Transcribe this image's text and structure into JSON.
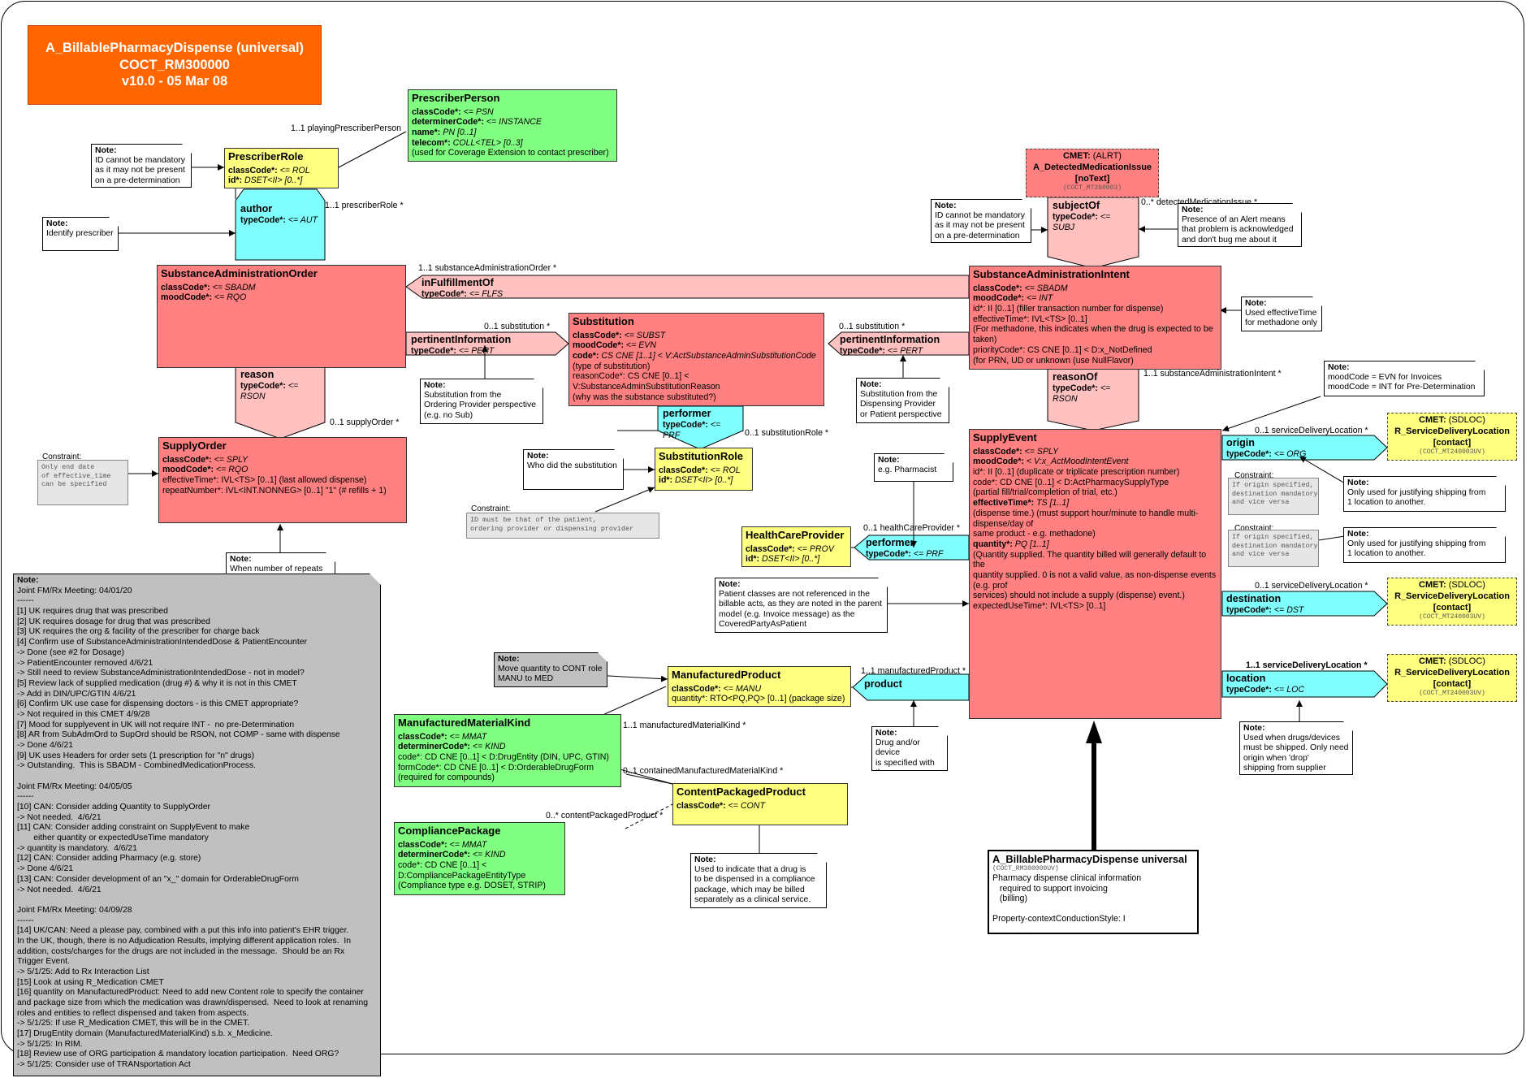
{
  "title": {
    "line1": "A_BillablePharmacyDispense (universal)",
    "line2": "COCT_RM300000",
    "line3": "v10.0 - 05 Mar 08"
  },
  "classes": {
    "prescriber_person": {
      "name": "PrescriberPerson",
      "lines": [
        [
          "classCode*: ",
          "<= PSN"
        ],
        [
          "determinerCode*: ",
          "<= INSTANCE"
        ],
        [
          "name*: ",
          "PN [0..1]"
        ],
        [
          "telecom*: ",
          "COLL<TEL> [0..3]"
        ],
        [
          "",
          " (used for Coverage Extension to contact prescriber)"
        ]
      ]
    },
    "prescriber_role": {
      "name": "PrescriberRole",
      "lines": [
        [
          "classCode*: ",
          "<= ROL"
        ],
        [
          "id*: ",
          "DSET<II> [0..*]"
        ]
      ]
    },
    "substance_admin_order": {
      "name": "SubstanceAdministrationOrder",
      "lines": [
        [
          "classCode*: ",
          "<= SBADM"
        ],
        [
          "moodCode*: ",
          "<= RQO"
        ]
      ]
    },
    "substitution": {
      "name": "Substitution",
      "lines": [
        [
          "classCode*: ",
          "<= SUBST"
        ],
        [
          "moodCode*: ",
          "<= EVN"
        ],
        [
          "code*: ",
          "CS CNE [1..1] < V:ActSubstanceAdminSubstitutionCode"
        ],
        [
          "",
          " (type of substitution)"
        ],
        [
          "",
          "reasonCode*: CS CNE [0..1] <"
        ],
        [
          "",
          "V:SubstanceAdminSubstitutionReason"
        ],
        [
          "",
          " (why was the substance substituted?)"
        ]
      ]
    },
    "substance_admin_intent": {
      "name": "SubstanceAdministrationIntent",
      "lines": [
        [
          "classCode*: ",
          "<= SBADM"
        ],
        [
          "moodCode*: ",
          "<= INT"
        ],
        [
          "",
          "id*: II [0..1] (filler transaction number for dispense)"
        ],
        [
          "",
          "effectiveTime*: IVL<TS> [0..1]"
        ],
        [
          "",
          " (For methadone, this indicates when the drug is expected to be taken)"
        ],
        [
          "",
          "priorityCode*: CS CNE [0..1] < D:x_NotDefined"
        ],
        [
          "",
          " (for PRN, UD or unknown (use NullFlavor)"
        ]
      ]
    },
    "supply_order": {
      "name": "SupplyOrder",
      "lines": [
        [
          "classCode*: ",
          "<= SPLY"
        ],
        [
          "moodCode*: ",
          "<= RQO"
        ],
        [
          "",
          "effectiveTime*: IVL<TS> [0..1] (last allowed dispense)"
        ],
        [
          "",
          "repeatNumber*: IVL<INT.NONNEG> [0..1] \"1\" (# refills + 1)"
        ]
      ]
    },
    "substitution_role": {
      "name": "SubstitutionRole",
      "lines": [
        [
          "classCode*: ",
          "<= ROL"
        ],
        [
          "id*: ",
          "DSET<II> [0..*]"
        ]
      ]
    },
    "supply_event": {
      "name": "SupplyEvent",
      "lines": [
        [
          "classCode*: ",
          "<= SPLY"
        ],
        [
          "moodCode*: ",
          "< V:x_ActMoodIntentEvent"
        ],
        [
          "",
          "id*: II [0..1] (duplicate or triplicate prescription number)"
        ],
        [
          "",
          "code*: CD CNE [0..1] < D:ActPharmacySupplyType"
        ],
        [
          "",
          " (partial fill/trial/completion of trial, etc.)"
        ],
        [
          "effectiveTime*: ",
          "TS [1..1]"
        ],
        [
          "",
          " (dispense time.) (must support hour/minute to handle multi-dispense/day of"
        ],
        [
          "",
          " same product - e.g. methadone)"
        ],
        [
          "quantity*: ",
          "PQ [1..1]"
        ],
        [
          "",
          " (Quantity supplied. The quantity billed will generally default to the"
        ],
        [
          "",
          " quantity supplied. 0 is not a valid value, as non-dispense events (e.g. prof"
        ],
        [
          "",
          " services) should not include a supply (dispense) event.)"
        ],
        [
          "",
          "expectedUseTime*: IVL<TS> [0..1]"
        ]
      ]
    },
    "health_care_provider": {
      "name": "HealthCareProvider",
      "lines": [
        [
          "classCode*: ",
          "<= PROV"
        ],
        [
          "id*: ",
          "DSET<II> [0..*]"
        ]
      ]
    },
    "manufactured_product": {
      "name": "ManufacturedProduct",
      "lines": [
        [
          "classCode*: ",
          "<= MANU"
        ],
        [
          "",
          "quantity*: RTO<PQ,PQ> [0..1] (package size)"
        ]
      ]
    },
    "manufactured_material_kind": {
      "name": "ManufacturedMaterialKind",
      "lines": [
        [
          "classCode*: ",
          "<= MMAT"
        ],
        [
          "determinerCode*: ",
          "<= KIND"
        ],
        [
          "",
          "code*: CD CNE [0..1] < D:DrugEntity (DIN, UPC, GTIN)"
        ],
        [
          "",
          "formCode*: CD CNE [0..1] < D:OrderableDrugForm"
        ],
        [
          "",
          " (required for compounds)"
        ]
      ]
    },
    "content_packaged_product": {
      "name": "ContentPackagedProduct",
      "lines": [
        [
          "classCode*: ",
          "<= CONT"
        ]
      ]
    },
    "compliance_package": {
      "name": "CompliancePackage",
      "lines": [
        [
          "classCode*: ",
          "<= MMAT"
        ],
        [
          "determinerCode*: ",
          "<= KIND"
        ],
        [
          "",
          "code*: CD CNE [0..1] <"
        ],
        [
          "",
          "D:CompliancePackageEntityType"
        ],
        [
          "",
          " (Compliance type e.g. DOSET, STRIP)"
        ]
      ]
    }
  },
  "participations": {
    "author": {
      "name": "author",
      "type": "typeCode*: ",
      "val": "<= AUT"
    },
    "in_fulfillment_of": {
      "name": "inFulfillmentOf",
      "type": "typeCode*: ",
      "val": "<= FLFS"
    },
    "pertinent_info_left": {
      "name": "pertinentInformation",
      "type": "typeCode*: ",
      "val": "<= PERT"
    },
    "pertinent_info_right": {
      "name": "pertinentInformation",
      "type": "typeCode*: ",
      "val": "<= PERT"
    },
    "reason": {
      "name": "reason",
      "type": "typeCode*: ",
      "val": "<= RSON"
    },
    "performer_sub": {
      "name": "performer",
      "type": "typeCode*: ",
      "val": "<= PRF"
    },
    "subject_of": {
      "name": "subjectOf",
      "type": "typeCode*: ",
      "val": "<= SUBJ"
    },
    "reason_of": {
      "name": "reasonOf",
      "type": "typeCode*: ",
      "val": "<= RSON"
    },
    "performer_hcp": {
      "name": "performer",
      "type": "typeCode*: ",
      "val": "<= PRF"
    },
    "product": {
      "name": "product",
      "type": "",
      "val": ""
    },
    "origin": {
      "name": "origin",
      "type": "typeCode*: ",
      "val": "<= ORG"
    },
    "destination": {
      "name": "destination",
      "type": "typeCode*: ",
      "val": "<= DST"
    },
    "location": {
      "name": "location",
      "type": "typeCode*: ",
      "val": "<= LOC"
    }
  },
  "cmets": {
    "alert": {
      "line1": "CMET: (ALRT)",
      "line2": "A_DetectedMedicationIssue",
      "line3": "[noText]",
      "code": "(COCT_MT260003)"
    },
    "sdloc1": {
      "line1": "CMET: (SDLOC)",
      "line2": "R_ServiceDeliveryLocation",
      "line3": "[contact]",
      "code": "(COCT_MT240003UV)"
    },
    "sdloc2": {
      "line1": "CMET: (SDLOC)",
      "line2": "R_ServiceDeliveryLocation",
      "line3": "[contact]",
      "code": "(COCT_MT240003UV)"
    },
    "sdloc3": {
      "line1": "CMET: (SDLOC)",
      "line2": "R_ServiceDeliveryLocation",
      "line3": "[contact]",
      "code": "(COCT_MT240003UV)"
    }
  },
  "assoc_labels": {
    "playing_prescriber": "1..1 playingPrescriberPerson",
    "prescriber_role": "1..1 prescriberRole  *",
    "substance_admin_order": "1..1 substanceAdministrationOrder  *",
    "substitution_left": "0..1 substitution  *",
    "substitution_right": "0..1 substitution  *",
    "supply_order": "0..1 supplyOrder  *",
    "substitution_role": "0..1 substitutionRole  *",
    "detected_issue": "0..* detectedMedicationIssue  *",
    "substance_admin_intent": "1..1 substanceAdministrationIntent  *",
    "service_delivery_1": "0..1 serviceDeliveryLocation  *",
    "service_delivery_2": "0..1 serviceDeliveryLocation  *",
    "service_delivery_3": "1..1 serviceDeliveryLocation  *",
    "health_care_provider": "0..1 healthCareProvider  *",
    "manufactured_product": "1..1 manufacturedProduct  *",
    "manufactured_material_kind": "1..1 manufacturedMaterialKind  *",
    "contained_material_kind": "0..1 containedManufacturedMaterialKind  *",
    "content_packaged_product": "0..* contentPackagedProduct  *"
  },
  "notes": {
    "id_mandatory_left": {
      "head": "Note:",
      "body": [
        "ID cannot be mandatory",
        "as it may not be present",
        "on a pre-determination"
      ]
    },
    "identify_prescriber": {
      "head": "Note:",
      "body": [
        "Identify prescriber"
      ]
    },
    "id_mandatory_right": {
      "head": "Note:",
      "body": [
        "ID cannot be mandatory",
        "as it may not be present",
        "on a pre-determination"
      ]
    },
    "alert_presence": {
      "head": "Note:",
      "body": [
        "Presence of an Alert means",
        "that problem is acknowledged",
        "and don't bug me about it"
      ]
    },
    "effective_time": {
      "head": "Note:",
      "body": [
        "Used effectiveTime",
        "for methadone only"
      ]
    },
    "sub_ordering": {
      "head": "Note:",
      "body": [
        "Substitution from the",
        "Ordering Provider perspective",
        "(e.g. no Sub)"
      ]
    },
    "sub_dispensing": {
      "head": "Note:",
      "body": [
        "Substitution from the",
        "Dispensing Provider",
        "or Patient perspective"
      ]
    },
    "mood_code": {
      "head": "Note:",
      "body": [
        "moodCode = EVN for Invoices",
        "moodCode = INT for Pre-Determination"
      ]
    },
    "who_did": {
      "head": "Note:",
      "body": [
        "Who did the substitution"
      ]
    },
    "pharmacist": {
      "head": "Note:",
      "body": [
        "e.g. Pharmacist"
      ]
    },
    "origin_ship": {
      "head": "Note:",
      "body": [
        "Only used for justifying shipping from",
        "1 location to another."
      ]
    },
    "dest_ship": {
      "head": "Note:",
      "body": [
        "Only used for justifying shipping from",
        "1 location to another."
      ]
    },
    "repeats": {
      "head": "Note:",
      "body": [
        "When number of repeats"
      ]
    },
    "patient_classes": {
      "head": "Note:",
      "body": [
        "Patient classes are not referenced in the",
        "billable acts, as they are noted in the parent",
        "model (e.g. Invoice message) as the",
        "CoveredPartyAsPatient"
      ]
    },
    "move_quantity": {
      "head": "Note:",
      "body": [
        "Move quantity to CONT role",
        "MANU to MED"
      ]
    },
    "drug_device": {
      "head": "Note:",
      "body": [
        "Drug and/or device",
        "is specified with the",
        "Invoice."
      ]
    },
    "shipped": {
      "head": "Note:",
      "body": [
        "Used when drugs/devices",
        "must be shipped.  Only need",
        "origin when 'drop'",
        "shipping from supplier"
      ]
    },
    "compliance": {
      "head": "Note:",
      "body": [
        "Used to indicate that a drug is",
        "to be dispensed in a compliance",
        "package, which may be billed",
        "separately as a clinical service."
      ]
    }
  },
  "constraints": {
    "supply_order": {
      "label": "Constraint:",
      "text": "Only end date\nof effective_time\ncan be specified"
    },
    "sub_role": {
      "label": "Constraint:",
      "text": "ID must be that of the patient,\nordering provider or dispensing provider"
    },
    "origin": {
      "label": "Constraint:",
      "text": "If origin specified,\ndestination mandatory\nand vice versa"
    },
    "destination": {
      "label": "Constraint:",
      "text": "If origin specified,\ndestination mandatory\nand vice versa"
    }
  },
  "entry_point": {
    "title": "A_BillablePharmacyDispense universal",
    "code": "(COCT_RM300000UV)",
    "lines": [
      "Pharmacy dispense clinical information",
      "   required to support invoicing",
      "   (billing)",
      "",
      "Property-contextConductionStyle: I"
    ]
  },
  "big_note": {
    "head": "Note:",
    "lines": [
      "Joint FM/Rx Meeting: 04/01/20",
      "------",
      "[1] UK requires drug that was prescribed",
      "[2] UK requires dosage for drug that was prescribed",
      "[3] UK requires the org & facility of the prescriber for charge back",
      "[4] Confirm use of SubstanceAdministrationIntendedDose & PatientEncounter",
      "-> Done (see #2 for Dosage)",
      "-> PatientEncounter removed 4/6/21",
      "-> Still need to review SubstanceAdministrationIntendedDose - not in model?",
      "[5] Review lack of supplied medication (drug #) & why it is not in this CMET",
      "-> Add in DIN/UPC/GTIN 4/6/21",
      "[6] Confirm UK use case for dispensing doctors - is this CMET appropriate?",
      "-> Not required in this CMET 4/9/28",
      "[7] Mood for supplyevent in UK will not require INT -  no pre-Determination",
      "[8] AR from SubAdmOrd to SupOrd should be RSON, not COMP - same with dispense",
      "-> Done 4/6/21",
      "[9] UK uses Headers for order sets (1 prescription for \"n\" drugs)",
      "-> Outstanding.  This is SBADM - CombinedMedicationProcess.",
      "",
      "Joint FM/Rx Meeting: 04/05/05",
      "------",
      "[10] CAN: Consider adding Quantity to SupplyOrder",
      "-> Not needed.  4/6/21",
      "[11] CAN: Consider adding constraint on SupplyEvent to make",
      "       either quantity or expectedUseTime mandatory",
      "-> quantity is mandatory.  4/6/21",
      "[12] CAN: Consider adding Pharmacy (e.g. store)",
      "-> Done 4/6/21",
      "[13] CAN: Consider development of an \"x_\" domain for OrderableDrugForm",
      "-> Not needed.  4/6/21",
      "",
      "Joint FM/Rx Meeting: 04/09/28",
      "------",
      "[14] UK/CAN: Need a please pay, combined with a put this info into patient's EHR trigger.",
      "In the UK, though, there is no Adjudication Results, implying different application roles.  In",
      "addition, costs/charges for the drugs are not included in the message.  Should be an Rx",
      "Trigger Event.",
      "-> 5/1/25: Add to Rx Interaction List",
      "[15] Look at using R_Medication CMET",
      "[16] quantity on ManufacturedProduct: Need to add new Content role to specify the container",
      "and package size from which the medication was drawn/dispensed.  Need to look at renaming",
      "roles and entities to reflect dispensed and taken from aspects.",
      "-> 5/1/25: If use R_Medication CMET, this will be in the CMET.",
      "[17] DrugEntity domain (ManufacturedMaterialKind) s.b. x_Medicine.",
      "-> 5/1/25: In RIM.",
      "[18] Review use of ORG participation & mandatory location participation.  Need ORG?",
      "-> 5/1/25: Consider use of TRANsportation Act"
    ]
  }
}
